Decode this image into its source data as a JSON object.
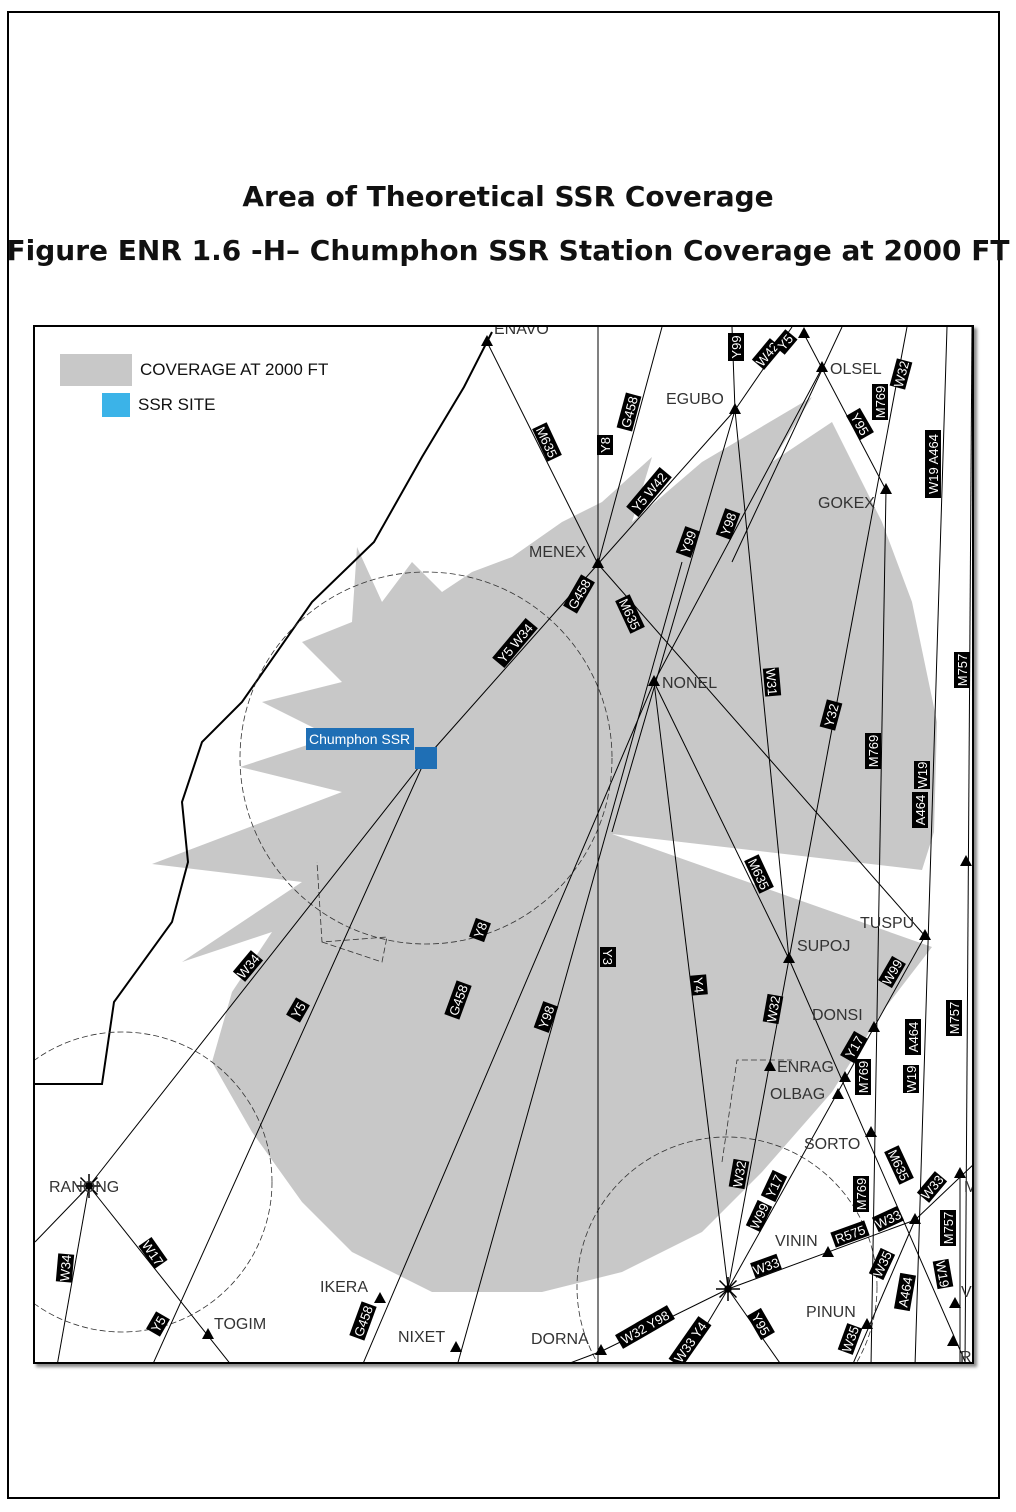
{
  "header": {
    "title": "Area of Theoretical SSR Coverage",
    "subtitle": "Figure ENR 1.6 -H– Chumphon SSR Station Coverage at 2000 FT"
  },
  "legend": {
    "coverage_label": "COVERAGE AT 2000 FT",
    "site_label": "SSR SITE",
    "coverage_color": "#c8c8c8",
    "site_color": "#3bb3e8"
  },
  "station": {
    "label": "Chumphon SSR",
    "color": "#1f6fb5"
  },
  "waypoints": [
    "ENAVO",
    "EGUBO",
    "OLSEL",
    "GOKEX",
    "MENEX",
    "NONEL",
    "TUSPU",
    "SUPOJ",
    "DONSI",
    "ENRAG",
    "OLBAG",
    "SORTO",
    "VININ",
    "PINUN",
    "IKERA",
    "TOGIM",
    "NIXET",
    "DORNA",
    "RANONG",
    "M",
    "V",
    "R"
  ],
  "route_labels": [
    "Y99",
    "W42",
    "Y5",
    "M769",
    "W32",
    "Y95",
    "W19 A464",
    "M635",
    "Y8",
    "G458",
    "Y5 W42",
    "Y99",
    "Y98",
    "G458",
    "M635",
    "Y5 W34",
    "W31",
    "M757",
    "Y32",
    "M769",
    "W19",
    "A464",
    "M635",
    "Y8",
    "Y3",
    "Y4",
    "W99",
    "W34",
    "Y5",
    "G458",
    "Y98",
    "W32",
    "M757",
    "Y17",
    "A464",
    "M769",
    "W19",
    "W32",
    "Y17",
    "M769",
    "M635",
    "W33",
    "W99",
    "R575",
    "W33",
    "M757",
    "W33",
    "W35",
    "A464",
    "W19",
    "W34",
    "W17",
    "Y5",
    "G458",
    "W32 Y98",
    "W33 Y4",
    "Y95",
    "W35"
  ]
}
